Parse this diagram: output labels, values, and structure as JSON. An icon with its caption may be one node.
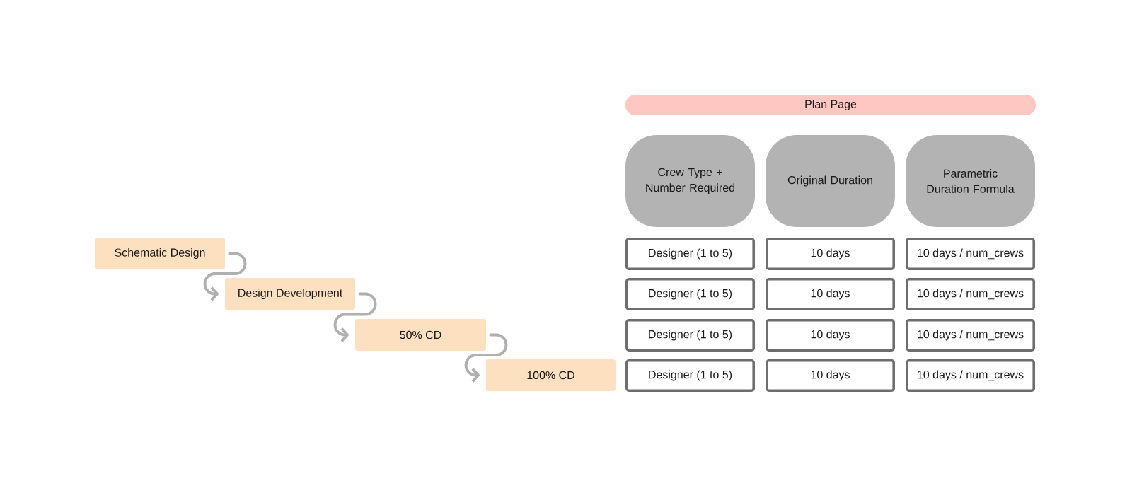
{
  "diagram": {
    "nodes": [
      {
        "text": [
          "Schematic Design"
        ]
      },
      {
        "text": [
          "Design Development"
        ]
      },
      {
        "text": [
          "50% CD"
        ]
      },
      {
        "text": [
          "100% CD"
        ]
      },
      {
        "text": [
          "Plan Page"
        ]
      },
      {
        "text": [
          "Crew Type + Number Required"
        ]
      },
      {
        "text": [
          "Original Duration"
        ]
      },
      {
        "text": [
          "Parametric Duration Formula"
        ]
      },
      {
        "text": [
          "Designer (1 to 5)"
        ]
      },
      {
        "text": [
          "10 days"
        ]
      },
      {
        "text": [
          "10 days / num_crews"
        ]
      },
      {
        "text": [
          "Designer (1 to 5)"
        ]
      },
      {
        "text": [
          "10 days"
        ]
      },
      {
        "text": [
          "10 days / num_crews"
        ]
      },
      {
        "text": [
          "Designer (1 to 5)"
        ]
      },
      {
        "text": [
          "10 days"
        ]
      },
      {
        "text": [
          "10 days / num_crews"
        ]
      },
      {
        "text": [
          "Designer (1 to 5)"
        ]
      },
      {
        "text": [
          "10 days"
        ]
      },
      {
        "text": [
          "10 days / num_crews"
        ]
      }
    ],
    "edges": [
      {
        "from": 0,
        "to": 1,
        "arrow": "to"
      },
      {
        "from": 1,
        "to": 2,
        "arrow": "to"
      },
      {
        "from": 2,
        "to": 3,
        "arrow": "to"
      }
    ]
  }
}
